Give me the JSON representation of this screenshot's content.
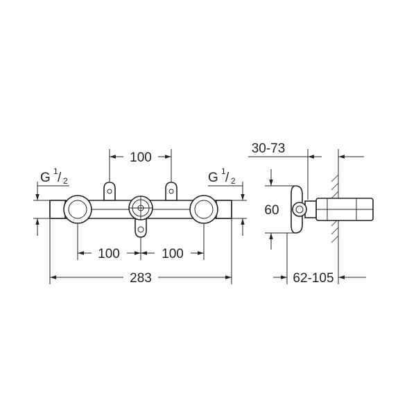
{
  "front_view": {
    "dim_top": "100",
    "dim_bottom_left": "100",
    "dim_bottom_right": "100",
    "dim_total": "283",
    "thread_left": {
      "letter": "G",
      "num": "1",
      "den": "2",
      "slash": "/"
    },
    "thread_right": {
      "letter": "G",
      "num": "1",
      "den": "2",
      "slash": "/"
    }
  },
  "side_view": {
    "dim_depth": "30-73",
    "dim_height": "60",
    "dim_wall": "62-105"
  }
}
